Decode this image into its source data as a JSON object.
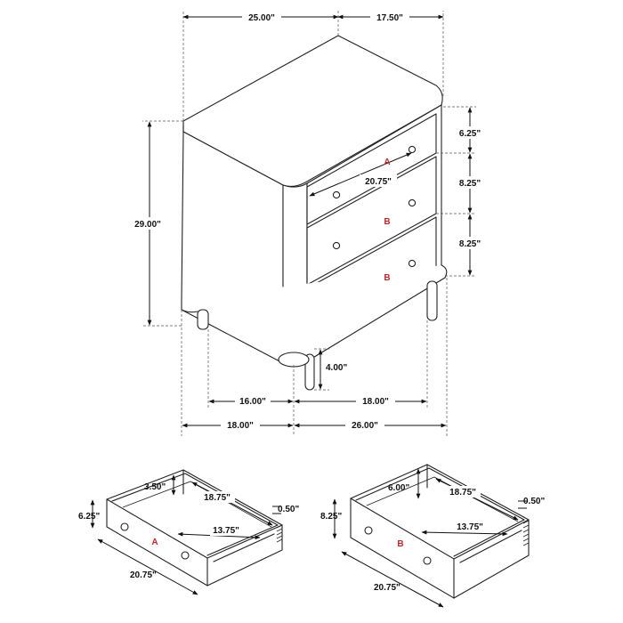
{
  "chest": {
    "top_width": "25.00\"",
    "top_depth": "17.50\"",
    "height": "29.00\"",
    "drawer_a_height": "6.25\"",
    "drawer_b_height_1": "8.25\"",
    "drawer_b_height_2": "8.25\"",
    "drawer_front_width": "20.75\"",
    "leg_height": "4.00\"",
    "leg_span_side": "16.00\"",
    "leg_span_front": "18.00\"",
    "base_side": "18.00\"",
    "base_front": "26.00\"",
    "drawer_labels": [
      "A",
      "B",
      "B"
    ]
  },
  "drawer_a": {
    "label": "A",
    "inner_height": "3.50\"",
    "inner_depth": "18.75\"",
    "side_thickness": "0.50\"",
    "front_height": "6.25\"",
    "inner_width": "13.75\"",
    "front_width": "20.75\""
  },
  "drawer_b": {
    "label": "B",
    "inner_height": "6.00\"",
    "inner_depth": "18.75\"",
    "side_thickness": "0.50\"",
    "front_height": "8.25\"",
    "inner_width": "13.75\"",
    "front_width": "20.75\""
  },
  "colors": {
    "line": "#222222",
    "label": "#c0282d"
  }
}
